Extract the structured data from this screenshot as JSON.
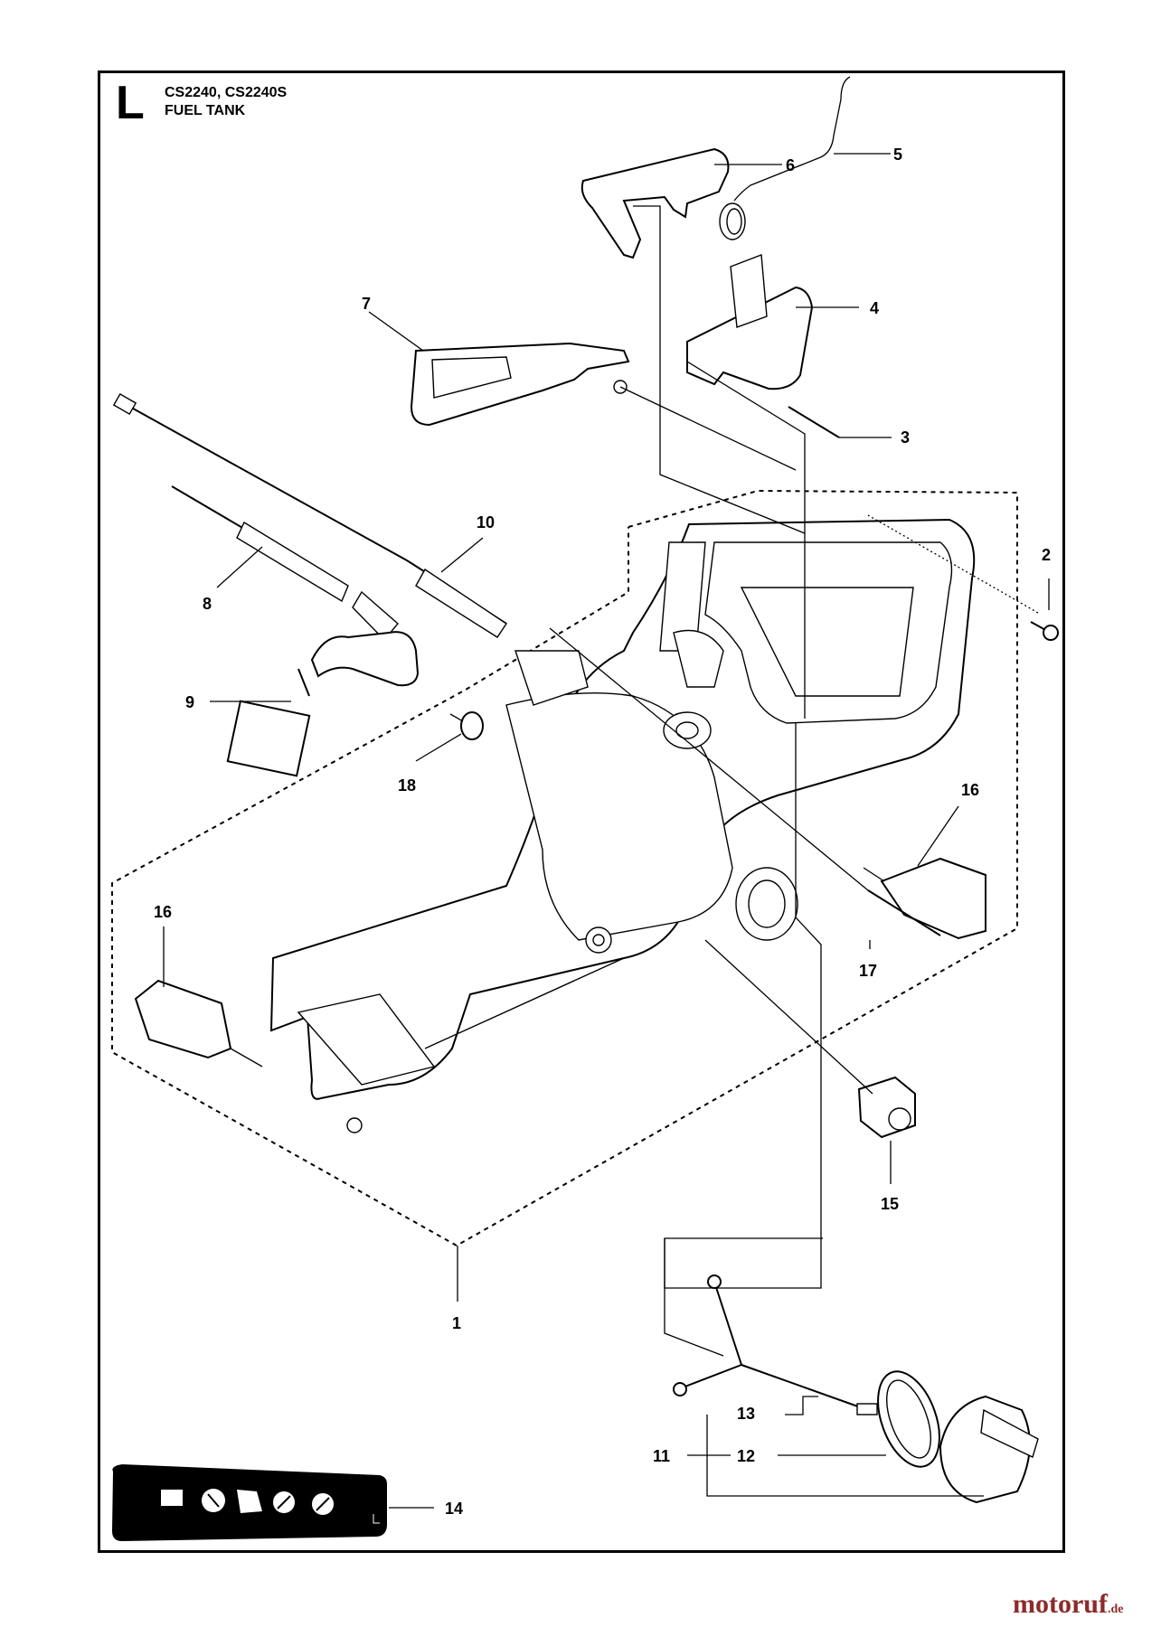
{
  "header": {
    "section_letter": "L",
    "models": "CS2240, CS2240S",
    "title": "FUEL TANK"
  },
  "callouts": [
    {
      "id": "1",
      "label": "1"
    },
    {
      "id": "2",
      "label": "2"
    },
    {
      "id": "3",
      "label": "3"
    },
    {
      "id": "4",
      "label": "4"
    },
    {
      "id": "5",
      "label": "5"
    },
    {
      "id": "6",
      "label": "6"
    },
    {
      "id": "7",
      "label": "7"
    },
    {
      "id": "8",
      "label": "8"
    },
    {
      "id": "9",
      "label": "9"
    },
    {
      "id": "10",
      "label": "10"
    },
    {
      "id": "11",
      "label": "11"
    },
    {
      "id": "12",
      "label": "12"
    },
    {
      "id": "13",
      "label": "13"
    },
    {
      "id": "14",
      "label": "14"
    },
    {
      "id": "15",
      "label": "15"
    },
    {
      "id": "16a",
      "label": "16"
    },
    {
      "id": "16b",
      "label": "16"
    },
    {
      "id": "17",
      "label": "17"
    },
    {
      "id": "18",
      "label": "18"
    }
  ],
  "watermark": {
    "brand": "motoruf",
    "suffix": ".de",
    "color": "#8c2a2a"
  },
  "label_strip_icons": [
    "manual-icon",
    "safety-helmet-icon",
    "kickback-icon",
    "no-one-hand-icon",
    "no-tip-contact-icon"
  ]
}
